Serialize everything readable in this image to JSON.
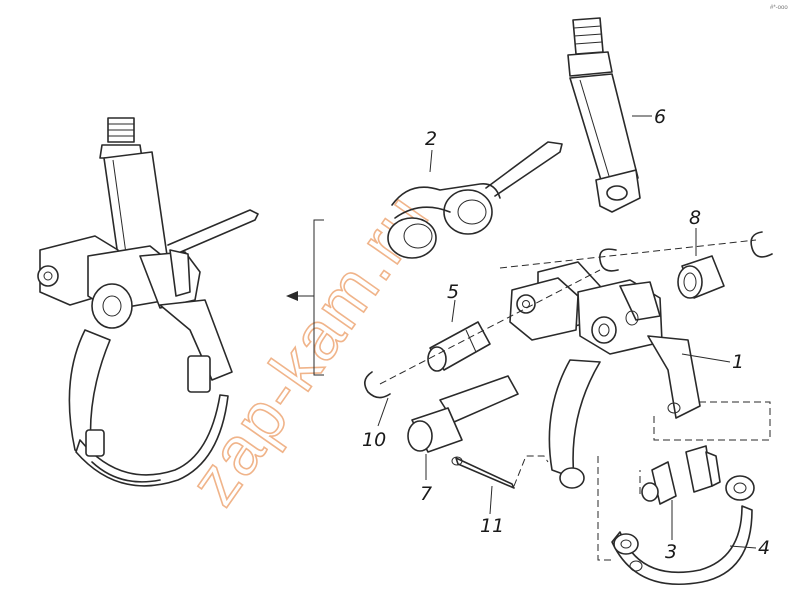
{
  "watermark": "zap-kam.ru",
  "corner_mark": "#*-ooo",
  "callouts": [
    "1",
    "2",
    "3",
    "4",
    "5",
    "6",
    "7",
    "8",
    "10",
    "11"
  ]
}
